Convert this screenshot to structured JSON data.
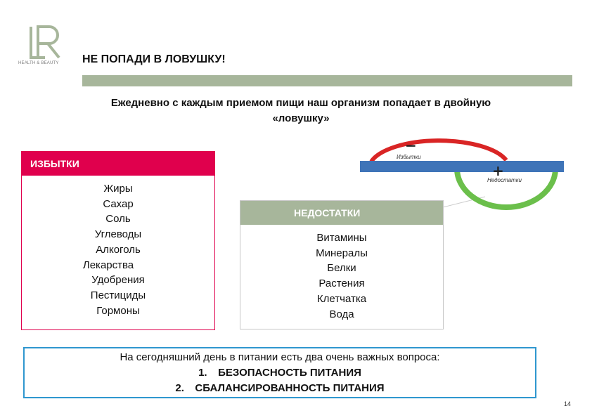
{
  "brand": {
    "logo_text": "HEALTH & BEAUTY",
    "color": "#a7b69b"
  },
  "slide": {
    "title": "НЕ ПОПАДИ В ЛОВУШКУ!",
    "intro_line1": "Ежедневно с каждым приемом пищи наш организм попадает в двойную",
    "intro_line2": "«ловушку»",
    "page_number": "14"
  },
  "excess": {
    "heading": "ИЗБЫТКИ",
    "color": "#e0004d",
    "items": [
      "Жиры",
      "Сахар",
      "Соль",
      "Углеводы",
      "Алкоголь",
      "Лекарства",
      "Удобрения",
      "Пестициды",
      "Гормоны"
    ]
  },
  "lack": {
    "heading": "НЕДОСТАТКИ",
    "color": "#a7b69b",
    "items": [
      "Витамины",
      "Минералы",
      "Белки",
      "Растения",
      "Клетчатка",
      "Вода"
    ]
  },
  "diagram": {
    "minus_symbol": "−",
    "plus_symbol": "+",
    "excess_label": "Избытки",
    "lack_label": "Недостатки",
    "colors": {
      "excess_arc": "#d92525",
      "lack_arc": "#6bbf4b",
      "bar": "#3f74b8"
    }
  },
  "summary": {
    "intro": "На сегодняшний день в питании есть два очень важных вопроса:",
    "items": [
      {
        "num": "1.",
        "text": "БЕЗОПАСНОСТЬ ПИТАНИЯ"
      },
      {
        "num": "2.",
        "text": "СБАЛАНСИРОВАННОСТЬ ПИТАНИЯ"
      }
    ],
    "border_color": "#2f97cf"
  }
}
